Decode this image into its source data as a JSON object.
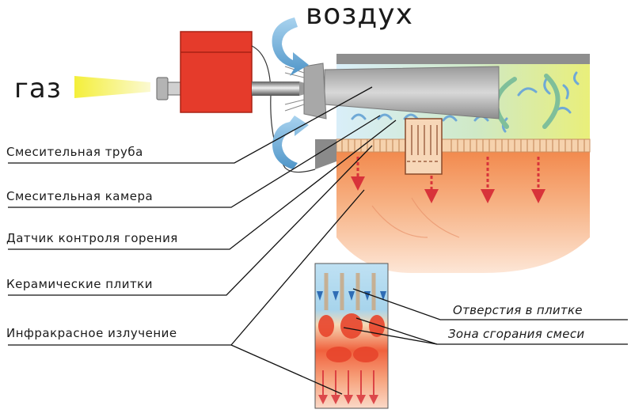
{
  "title_labels": {
    "gas": "газ",
    "air": "воздух"
  },
  "left_labels": [
    "Смесительная труба",
    "Смесительная камера",
    "Датчик контроля горения",
    "Керамические плитки",
    "Инфракрасное излучение"
  ],
  "right_labels": [
    "Отверстия в плитке",
    "Зона сгорания смеси"
  ],
  "colors": {
    "valve": "#e53b2b",
    "gas_stream": "#f2ea58",
    "air_arrows": "#7bb4dc",
    "casing": "#8a8a8a",
    "heat_zone": "#f39a62",
    "radiation_arrows": "#d8333a",
    "leader_lines": "#111111"
  },
  "icons": {
    "air_flow": "curved-arrow-icon",
    "radiation": "down-arrow-icon",
    "gas_flow": "stream-arrow-icon"
  }
}
